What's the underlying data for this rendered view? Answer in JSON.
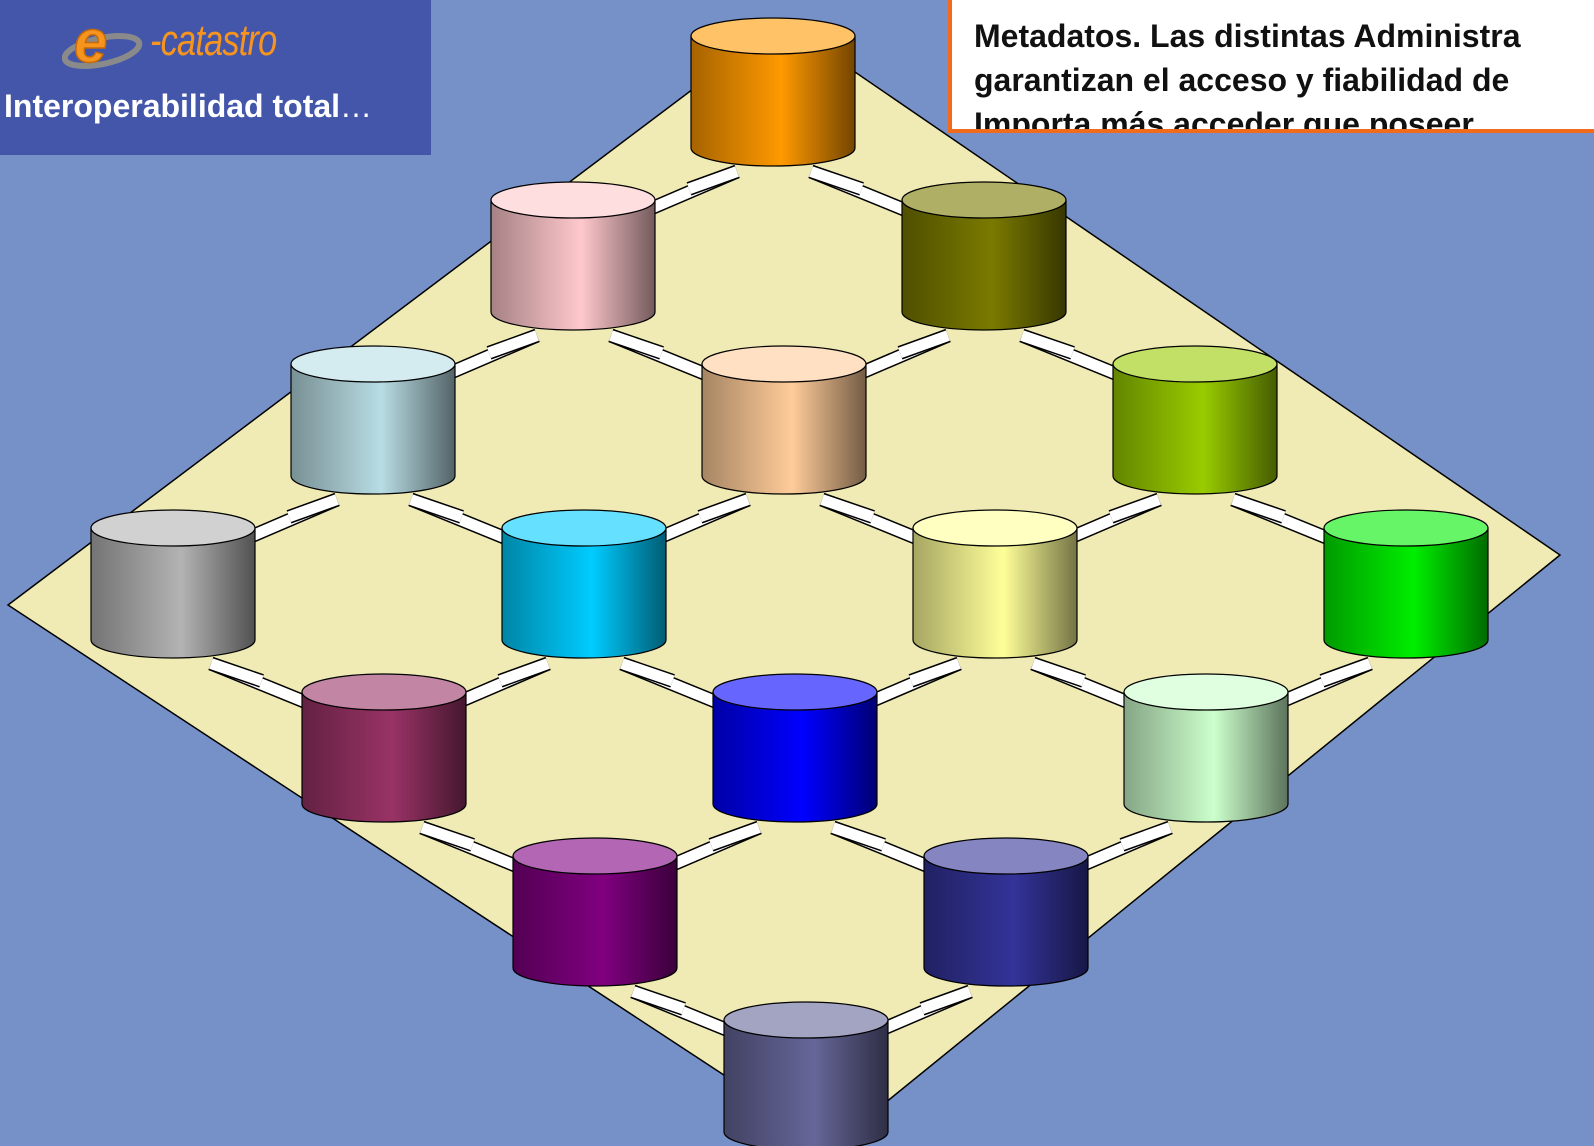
{
  "logo": {
    "brand": "-catastro",
    "mark": "e",
    "slogan": "Interoperabilidad total",
    "slogan_suffix": "…",
    "colors": {
      "panel": "#4456aa",
      "mark": "#f7941d",
      "swoosh": "#8a8a8a"
    }
  },
  "callout": {
    "lines": [
      "Metadatos. Las distintas Administra",
      "garantizan el acceso y fiabilidad de",
      "Importa más acceder que poseer."
    ],
    "colors": {
      "border": "#f26a1b",
      "background": "#ffffff"
    }
  },
  "diagram": {
    "background": "#7690c8",
    "platform_color": "#f0ebb4",
    "connector_color": "#ffffff",
    "nodes": [
      {
        "id": "n1",
        "color": "#ff9900"
      },
      {
        "id": "n2",
        "color": "#ffc8cc"
      },
      {
        "id": "n3",
        "color": "#7a7a00"
      },
      {
        "id": "n4",
        "color": "#b8dde4"
      },
      {
        "id": "n5",
        "color": "#ffcc99"
      },
      {
        "id": "n6",
        "color": "#99cc00"
      },
      {
        "id": "n7",
        "color": "#b3b3b3"
      },
      {
        "id": "n8",
        "color": "#00ccff"
      },
      {
        "id": "n9",
        "color": "#ffff99"
      },
      {
        "id": "n10",
        "color": "#00ee00"
      },
      {
        "id": "n11",
        "color": "#993366"
      },
      {
        "id": "n12",
        "color": "#0000ff"
      },
      {
        "id": "n13",
        "color": "#ccffcc"
      },
      {
        "id": "n14",
        "color": "#800080"
      },
      {
        "id": "n15",
        "color": "#333399"
      },
      {
        "id": "n16",
        "color": "#666699"
      }
    ]
  }
}
